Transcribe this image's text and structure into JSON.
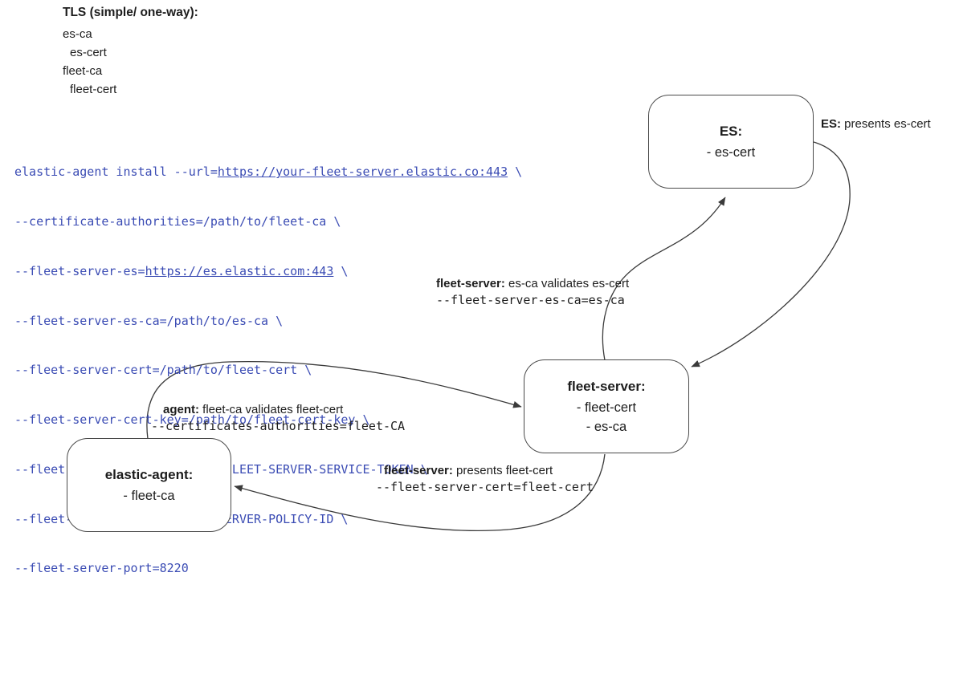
{
  "colors": {
    "code_blue": "#3b4cb4",
    "line": "#3a3a3a",
    "text": "#1d1d1d",
    "box_border": "#4a4a4a",
    "background": "#ffffff"
  },
  "legend": {
    "title": "TLS (simple/ one-way):",
    "items": [
      {
        "label": "es-ca"
      },
      {
        "label": "es-cert"
      },
      {
        "label": "fleet-ca"
      },
      {
        "label": "fleet-cert"
      }
    ]
  },
  "code": {
    "lines": [
      {
        "pre": "elastic-agent install --url=",
        "link": "https://your-fleet-server.elastic.co:443",
        "post": " \\"
      },
      {
        "pre": "--certificate-authorities=/path/to/fleet-ca \\"
      },
      {
        "pre": "--fleet-server-es=",
        "link": "https://es.elastic.com:443",
        "post": " \\"
      },
      {
        "pre": "--fleet-server-es-ca=/path/to/es-ca \\"
      },
      {
        "pre": "--fleet-server-cert=/path/to/fleet-cert \\"
      },
      {
        "pre": "--fleet-server-cert-key=/path/to/fleet-cert-key \\"
      },
      {
        "pre": "--fleet-server-service-token=FLEET-SERVER-SERVICE-TOKEN \\"
      },
      {
        "pre": "--fleet-server-policy=FLEET-SERVER-POLICY-ID \\"
      },
      {
        "pre": "--fleet-server-port=8220"
      }
    ]
  },
  "nodes": {
    "es": {
      "title": "ES:",
      "items": [
        "- es-cert"
      ]
    },
    "fleet_server": {
      "title": "fleet-server:",
      "items": [
        "- fleet-cert",
        "- es-ca"
      ]
    },
    "elastic_agent": {
      "title": "elastic-agent:",
      "items": [
        "- fleet-ca"
      ]
    }
  },
  "annotations": {
    "es_presents": {
      "bold": "ES:",
      "rest": " presents es-cert"
    },
    "fleet_validates": {
      "bold": "fleet-server:",
      "rest": " es-ca validates es-cert",
      "code": "--fleet-server-es-ca=es-ca"
    },
    "agent_validates": {
      "bold": "agent:",
      "rest": " fleet-ca validates fleet-cert",
      "code": "--certificates-authorities=fleet-CA"
    },
    "fleet_presents": {
      "bold": "fleet-server:",
      "rest": " presents fleet-cert",
      "code": "--fleet-server-cert=fleet-cert"
    }
  }
}
